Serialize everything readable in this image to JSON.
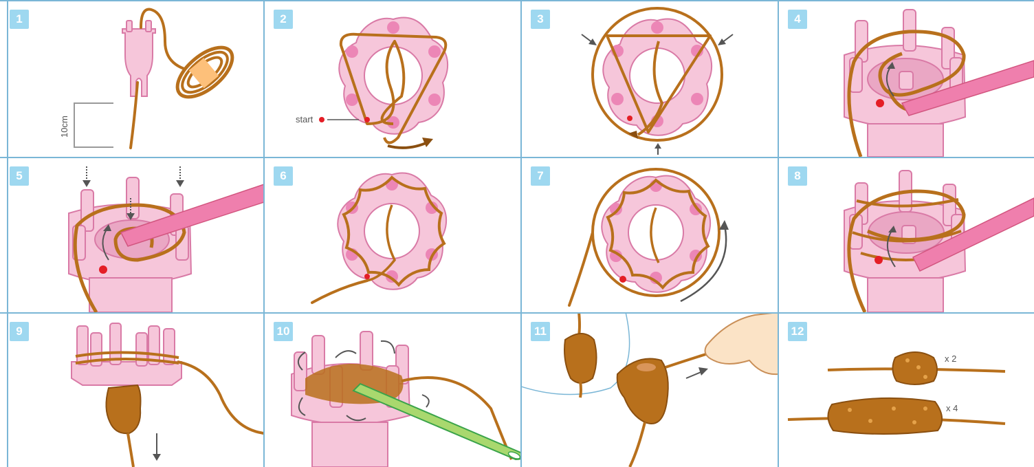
{
  "steps": [
    {
      "number": "1"
    },
    {
      "number": "2"
    },
    {
      "number": "3"
    },
    {
      "number": "4"
    },
    {
      "number": "5"
    },
    {
      "number": "6"
    },
    {
      "number": "7"
    },
    {
      "number": "8"
    },
    {
      "number": "9"
    },
    {
      "number": "10"
    },
    {
      "number": "11"
    },
    {
      "number": "12"
    }
  ],
  "labels": {
    "length": "10cm",
    "start": "start",
    "count_small": "x 2",
    "count_large": "x 4"
  },
  "colors": {
    "border": "#7ab6d6",
    "badge": "#9ed8f0",
    "loom_fill": "#f6c6da",
    "loom_stroke": "#d97aa6",
    "peg_dot": "#ec86b6",
    "yarn": "#b8701c",
    "yarn_dark": "#8a4f10",
    "hook": "#ef7fad",
    "start_dot": "#e41e26",
    "arrow": "#555555",
    "needle": "#a9d86e",
    "skin": "#fbe3c6"
  }
}
